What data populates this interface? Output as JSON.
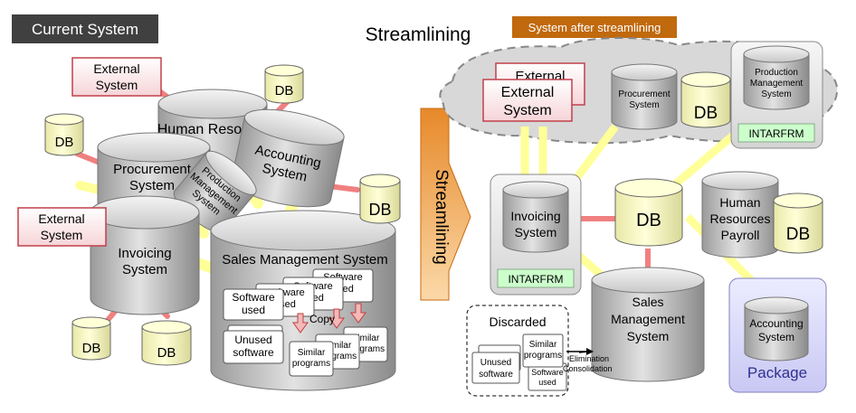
{
  "header": {
    "current_system": "Current System",
    "center_title": "Streamlining",
    "after_label": "System after streamlining",
    "arrow_label": "Streamlining"
  },
  "colors": {
    "dark_label_bg": "#404040",
    "after_label_bg": "#C0690D",
    "connector_yellow": "#FFFF99",
    "connector_pink": "#F08080",
    "db_fill": "#FFFFCC",
    "intarfrm_fill": "#CCFFCC",
    "package_fill": "#E0E0FF",
    "external_border": "#C0404A"
  },
  "left": {
    "external_top": "External System",
    "external_left": "External System",
    "human_resources": "Human Resources",
    "accounting": "Accounting System",
    "procurement": "Procurement System",
    "production": "Production Management System",
    "invoicing": "Invoicing System",
    "sales": "Sales Management System",
    "db": "DB",
    "software_used": "Software used",
    "unused_software": "Unused software",
    "similar_programs": "Similar programs",
    "copy": "Copy"
  },
  "right": {
    "external": "External System",
    "procurement": "Procurement System",
    "production": "Production Management System",
    "invoicing": "Invoicing System",
    "human_resources_payroll": "Human Resources Payroll",
    "sales": "Sales Management System",
    "accounting": "Accounting System",
    "package": "Package",
    "intarfrm": "INTARFRM",
    "db": "DB",
    "discarded": "Discarded",
    "unused_software": "Unused software",
    "similar_programs": "Similar programs",
    "software_used": "Software used",
    "elimination": "Elimination Consolidation"
  }
}
